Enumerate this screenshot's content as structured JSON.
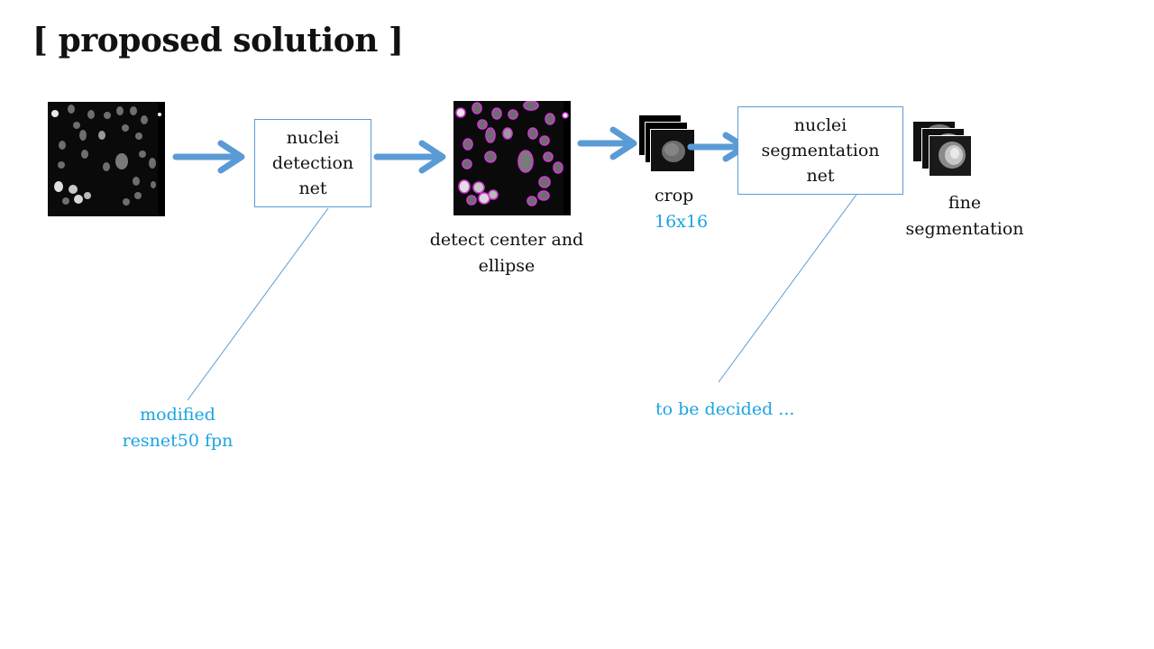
{
  "slide": {
    "title": "[ proposed solution ]"
  },
  "boxes": {
    "detection": [
      "nuclei",
      "detection",
      "net"
    ],
    "segmentation": [
      "nuclei",
      "segmentation",
      "net"
    ]
  },
  "labels": {
    "detect_center": [
      "detect center and",
      "ellipse"
    ],
    "crop": "crop",
    "crop_size": "16x16",
    "fine_segmentation": [
      "fine",
      "segmentation"
    ]
  },
  "notes": {
    "detection_model": [
      "modified",
      "resnet50 fpn"
    ],
    "segmentation_model": "to be decided ..."
  },
  "colors": {
    "arrow": "#5b9bd5",
    "note_text": "#1ba4e2",
    "ellipse_overlay": "#d23ad6"
  }
}
